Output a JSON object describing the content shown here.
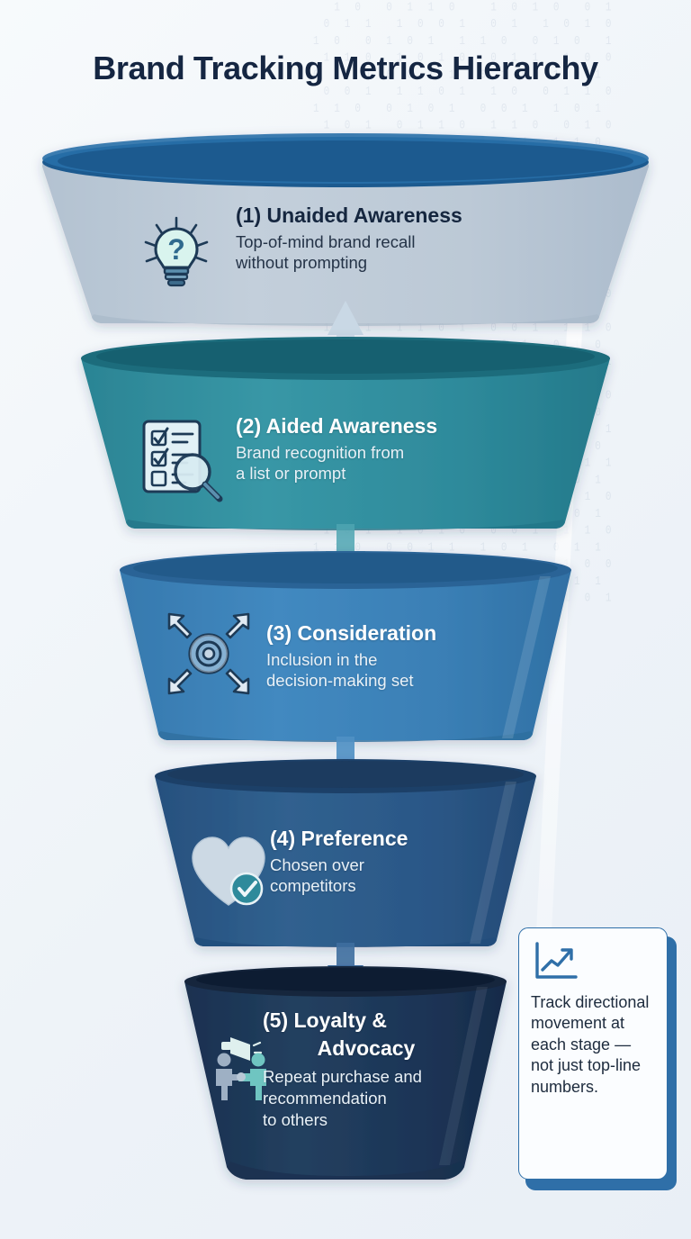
{
  "page": {
    "title": "Brand Tracking Metrics Hierarchy",
    "background_color": "#f2f6fa",
    "background_pattern": "binary-digits"
  },
  "colors": {
    "title": "#152642",
    "stage1": "#bcc9d6",
    "stage2": "#2e8a9b",
    "stage3": "#3a7fb5",
    "stage4": "#2b5787",
    "stage5": "#1d3557",
    "rim1": "#1d5a8f",
    "rim2": "#1d6c7c",
    "rim3": "#2a6496",
    "rim4": "#1f4168",
    "rim5": "#14253d",
    "callout_border": "#2f6fa8",
    "accent_teal": "#2e9aa5"
  },
  "funnel": {
    "stages": [
      {
        "number": "(1)",
        "title": "(1) Unaided Awareness",
        "description": "Top-of-mind brand recall without prompting",
        "desc_line1": "Top-of-mind brand recall",
        "desc_line2": "without prompting",
        "icon": "lightbulb-question-icon",
        "fill": "#bcc9d6",
        "text_tone": "dark"
      },
      {
        "number": "(2)",
        "title": "(2) Aided Awareness",
        "description": "Brand recognition from a list or prompt",
        "desc_line1": "Brand recognition from",
        "desc_line2": "a list or prompt",
        "icon": "checklist-magnifier-icon",
        "fill": "#2e8a9b",
        "text_tone": "light"
      },
      {
        "number": "(3)",
        "title": "(3) Consideration",
        "description": "Inclusion in the decision-making set",
        "desc_line1": "Inclusion in the",
        "desc_line2": "decision-making set",
        "icon": "target-converging-arrows-icon",
        "fill": "#3a7fb5",
        "text_tone": "light"
      },
      {
        "number": "(4)",
        "title": "(4) Preference",
        "description": "Chosen over competitors",
        "desc_line1": "Chosen over",
        "desc_line2": "competitors",
        "icon": "heart-check-icon",
        "fill": "#2b5787",
        "text_tone": "light"
      },
      {
        "number": "(5)",
        "title_line1": "(5) Loyalty &",
        "title_line2": "Advocacy",
        "title": "(5) Loyalty & Advocacy",
        "description": "Repeat purchase and recommendation to others",
        "desc_line1": "Repeat purchase and",
        "desc_line2": "recommendation",
        "desc_line3": "to others",
        "icon": "handshake-megaphone-icon",
        "fill": "#1d3557",
        "text_tone": "light"
      }
    ]
  },
  "callout": {
    "icon": "trend-chart-up-icon",
    "text": "Track directional movement at each stage — not just top-line numbers."
  },
  "arrows": {
    "between_stages": "vertical-flow-arrow",
    "ascending": "ascending-progress-arrow"
  }
}
